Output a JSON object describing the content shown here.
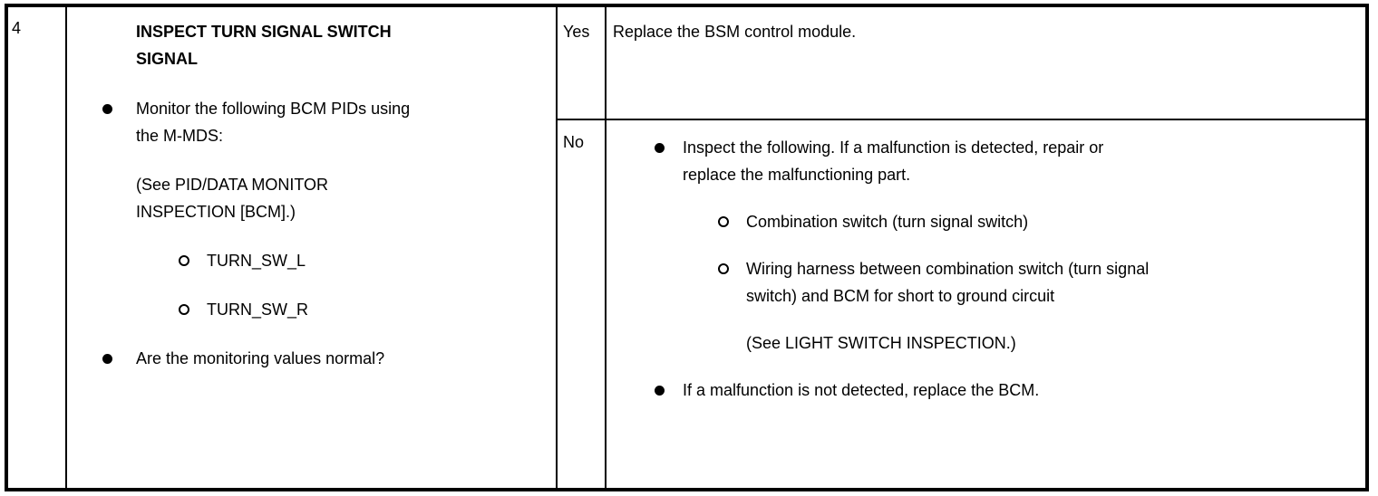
{
  "step": {
    "number": "4"
  },
  "action": {
    "title": "INSPECT TURN SIGNAL SWITCH\nSIGNAL",
    "items": [
      {
        "type": "bullet",
        "text": "Monitor the following BCM PIDs using\nthe M-MDS:"
      },
      {
        "type": "note",
        "text": "(See PID/DATA MONITOR\nINSPECTION [BCM].)"
      },
      {
        "type": "sub",
        "text": "TURN_SW_L"
      },
      {
        "type": "sub",
        "text": "TURN_SW_R"
      },
      {
        "type": "bullet",
        "text": "Are the monitoring values normal?"
      }
    ]
  },
  "results": {
    "yes": {
      "label": "Yes",
      "text": "Replace the BSM control module."
    },
    "no": {
      "label": "No",
      "items": [
        {
          "type": "bullet",
          "text": "Inspect the following. If a malfunction is detected, repair or\nreplace the malfunctioning part."
        },
        {
          "type": "sub",
          "text": "Combination switch (turn signal switch)"
        },
        {
          "type": "sub",
          "text": "Wiring harness between combination switch (turn signal\nswitch) and BCM for short to ground circuit"
        },
        {
          "type": "note",
          "text": "(See LIGHT SWITCH INSPECTION.)"
        },
        {
          "type": "bullet",
          "text": "If a malfunction is not detected, replace the BCM."
        }
      ]
    }
  },
  "colors": {
    "border": "#000000",
    "text": "#000000",
    "bg": "#ffffff"
  }
}
